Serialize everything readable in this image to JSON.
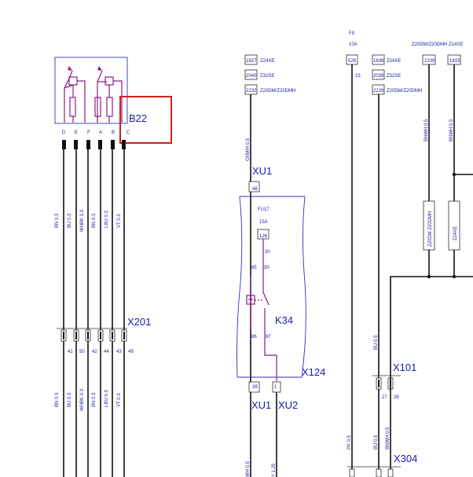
{
  "connectors": {
    "b22": "B22",
    "x201": "X201",
    "xu1_top": "XU1",
    "k34": "K34",
    "x124": "X124",
    "xu1_bottom": "XU1",
    "xu2": "XU2",
    "x101": "X101",
    "x304": "X304"
  },
  "b22_pins": [
    "D",
    "E",
    "F",
    "A",
    "B",
    "C"
  ],
  "x201_pins": [
    "41",
    "50",
    "42",
    "44",
    "43",
    "49"
  ],
  "wires_top": [
    "BN 0.3",
    "BU 0.3",
    "WHBK 0.3",
    "BN 0.3",
    "LBU 0.3",
    "VT 0.3"
  ],
  "wires_bottom": [
    "BN 0.3",
    "BU 0.3",
    "WHBK 0.3",
    "BN 0.3",
    "LBU 0.3",
    "VT 0.3"
  ],
  "circuit_a": {
    "rows": [
      {
        "num": "1827",
        "text": "Z24XE"
      },
      {
        "num": "2040",
        "text": "Z32SE"
      },
      {
        "num": "2232",
        "text": "Z20DM/Z20DMH"
      }
    ],
    "wire": "GNWH 0.5",
    "pin_48": "48",
    "fuse_name": "FU17",
    "fuse_rating": "15A",
    "fuse_num": "126",
    "pin_30a": "30",
    "pin_85": "85",
    "pin_30b": "30",
    "pin_86": "86",
    "pin_87": "87",
    "pin_39": "39",
    "pin_1": "1",
    "wire_bottom_left": "WH 0.5",
    "wire_bottom_right": "Y 1.25"
  },
  "fuse_f9": {
    "name": "F9",
    "rating": "10A",
    "num": "528",
    "pin": "15"
  },
  "circuit_b": {
    "rows": [
      {
        "num": "1836",
        "text": "Z24XE"
      },
      {
        "num": "2038",
        "text": "Z32SE"
      },
      {
        "num": "2228",
        "text": "Z20DM/Z20DMH"
      }
    ],
    "wire_bu": "BU 0.5",
    "pin_27": "27",
    "pin_26": "26",
    "wire_pk": "PK 0.5",
    "wire_bu2": "BU 0.5",
    "wire_bnwh": "BNWH 0.5"
  },
  "circuit_c": {
    "header_left": "Z20DM/Z20DMH",
    "header_right": "Z24XE",
    "num_left": "2230",
    "num_right": "1833",
    "wire_left": "BNWH 0.5",
    "wire_right": "BNWH 0.5",
    "label_left": "Z20DM Z20DMH",
    "label_right": "Z24XE"
  },
  "colors": {
    "wire": "#111111",
    "component": "#8a1c8a",
    "outline": "#3030c0",
    "text": "#1a1aa8",
    "highlight": "#d42020"
  }
}
